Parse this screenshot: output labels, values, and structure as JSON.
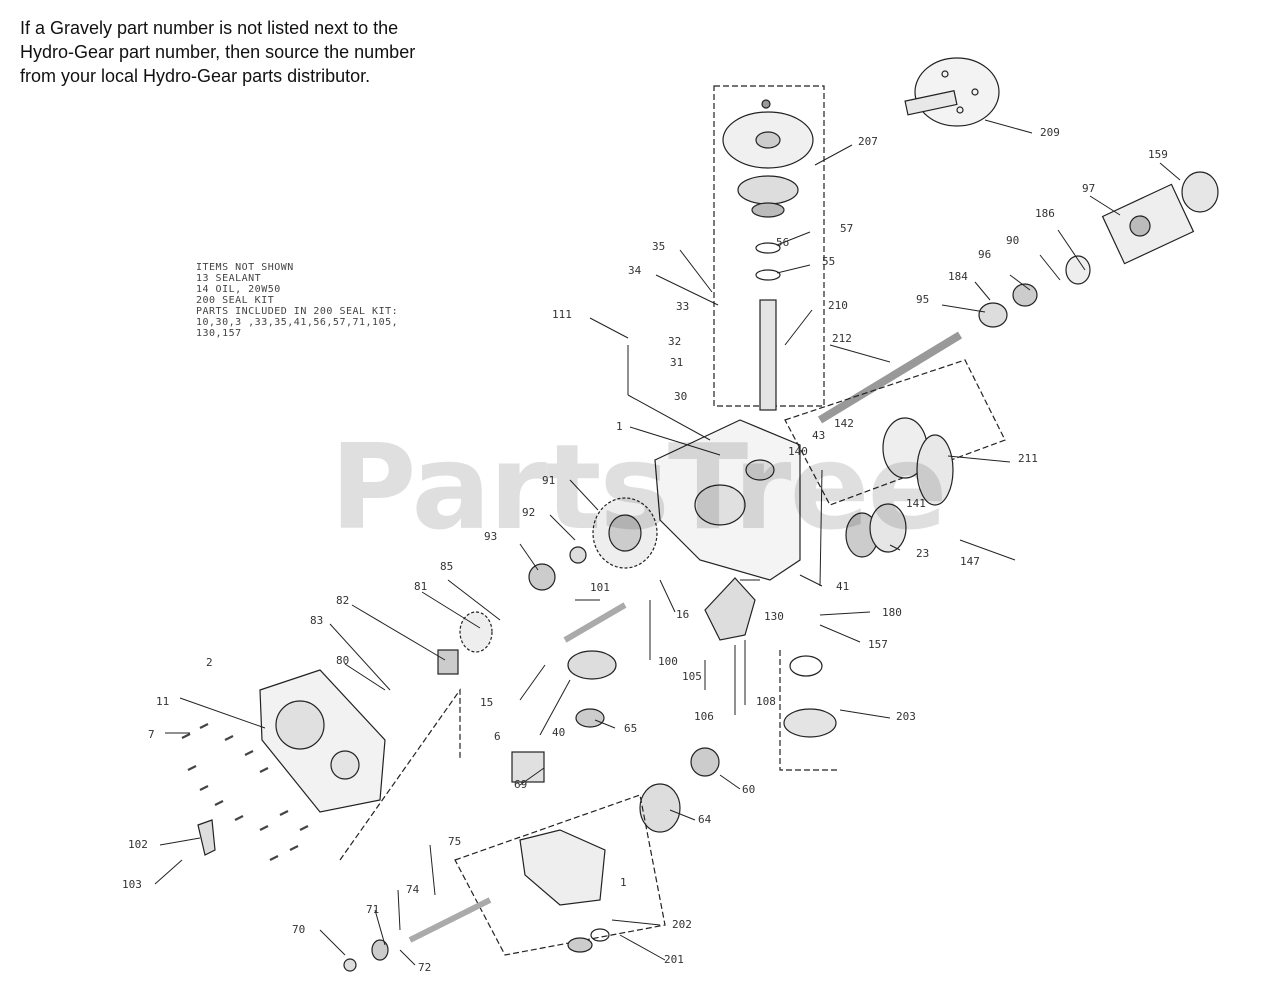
{
  "note": {
    "lines": [
      "If a Gravely part number is not listed next to the",
      "Hydro-Gear part number, then source the number",
      "from your local Hydro-Gear parts distributor."
    ]
  },
  "items_not_shown": {
    "lines": [
      "ITEMS NOT SHOWN",
      "13 SEALANT",
      "14 OIL, 20W50",
      "200 SEAL KIT",
      "",
      "PARTS INCLUDED IN 200 SEAL KIT:",
      "10,30,3 ,33,35,41,56,57,71,105,",
      "130,157"
    ]
  },
  "watermark": "PartsTree",
  "part_labels": [
    {
      "text": "209"
    },
    {
      "text": "207"
    },
    {
      "text": "159"
    },
    {
      "text": "97"
    },
    {
      "text": "186"
    },
    {
      "text": "90"
    },
    {
      "text": "96"
    },
    {
      "text": "184"
    },
    {
      "text": "95"
    },
    {
      "text": "35"
    },
    {
      "text": "57"
    },
    {
      "text": "56"
    },
    {
      "text": "55"
    },
    {
      "text": "34"
    },
    {
      "text": "33"
    },
    {
      "text": "111"
    },
    {
      "text": "210"
    },
    {
      "text": "32"
    },
    {
      "text": "31"
    },
    {
      "text": "212"
    },
    {
      "text": "30"
    },
    {
      "text": "1"
    },
    {
      "text": "43"
    },
    {
      "text": "142"
    },
    {
      "text": "140"
    },
    {
      "text": "211"
    },
    {
      "text": "91"
    },
    {
      "text": "92"
    },
    {
      "text": "141"
    },
    {
      "text": "93"
    },
    {
      "text": "23"
    },
    {
      "text": "147"
    },
    {
      "text": "41"
    },
    {
      "text": "85"
    },
    {
      "text": "81"
    },
    {
      "text": "82"
    },
    {
      "text": "101"
    },
    {
      "text": "16"
    },
    {
      "text": "130"
    },
    {
      "text": "180"
    },
    {
      "text": "83"
    },
    {
      "text": "157"
    },
    {
      "text": "100"
    },
    {
      "text": "2"
    },
    {
      "text": "80"
    },
    {
      "text": "105"
    },
    {
      "text": "108"
    },
    {
      "text": "15"
    },
    {
      "text": "106"
    },
    {
      "text": "11"
    },
    {
      "text": "203"
    },
    {
      "text": "7"
    },
    {
      "text": "6"
    },
    {
      "text": "40"
    },
    {
      "text": "65"
    },
    {
      "text": "69"
    },
    {
      "text": "60"
    },
    {
      "text": "64"
    },
    {
      "text": "102"
    },
    {
      "text": "75"
    },
    {
      "text": "103"
    },
    {
      "text": "74"
    },
    {
      "text": "1"
    },
    {
      "text": "202"
    },
    {
      "text": "70"
    },
    {
      "text": "71"
    },
    {
      "text": "72"
    },
    {
      "text": "201"
    }
  ]
}
